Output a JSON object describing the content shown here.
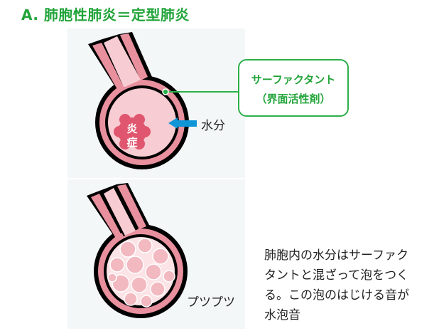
{
  "title": "A. 肺胞性肺炎＝定型肺炎",
  "callout": {
    "line1": "サーファクタント",
    "line2": "（界面活性剤）"
  },
  "water_label": "水分",
  "inflammation_label": "炎症",
  "sound_label": "プツプツ",
  "description": [
    "肺胞内の水分はサーファク",
    "タントと混ざって泡をつく",
    "る。この泡のはじける音が",
    "水泡音"
  ],
  "colors": {
    "green": "#22a43a",
    "pink": "#e8909e",
    "lumen": "#f7ccd2",
    "inflame": "#e0566e",
    "arrow": "#0e96d6"
  }
}
